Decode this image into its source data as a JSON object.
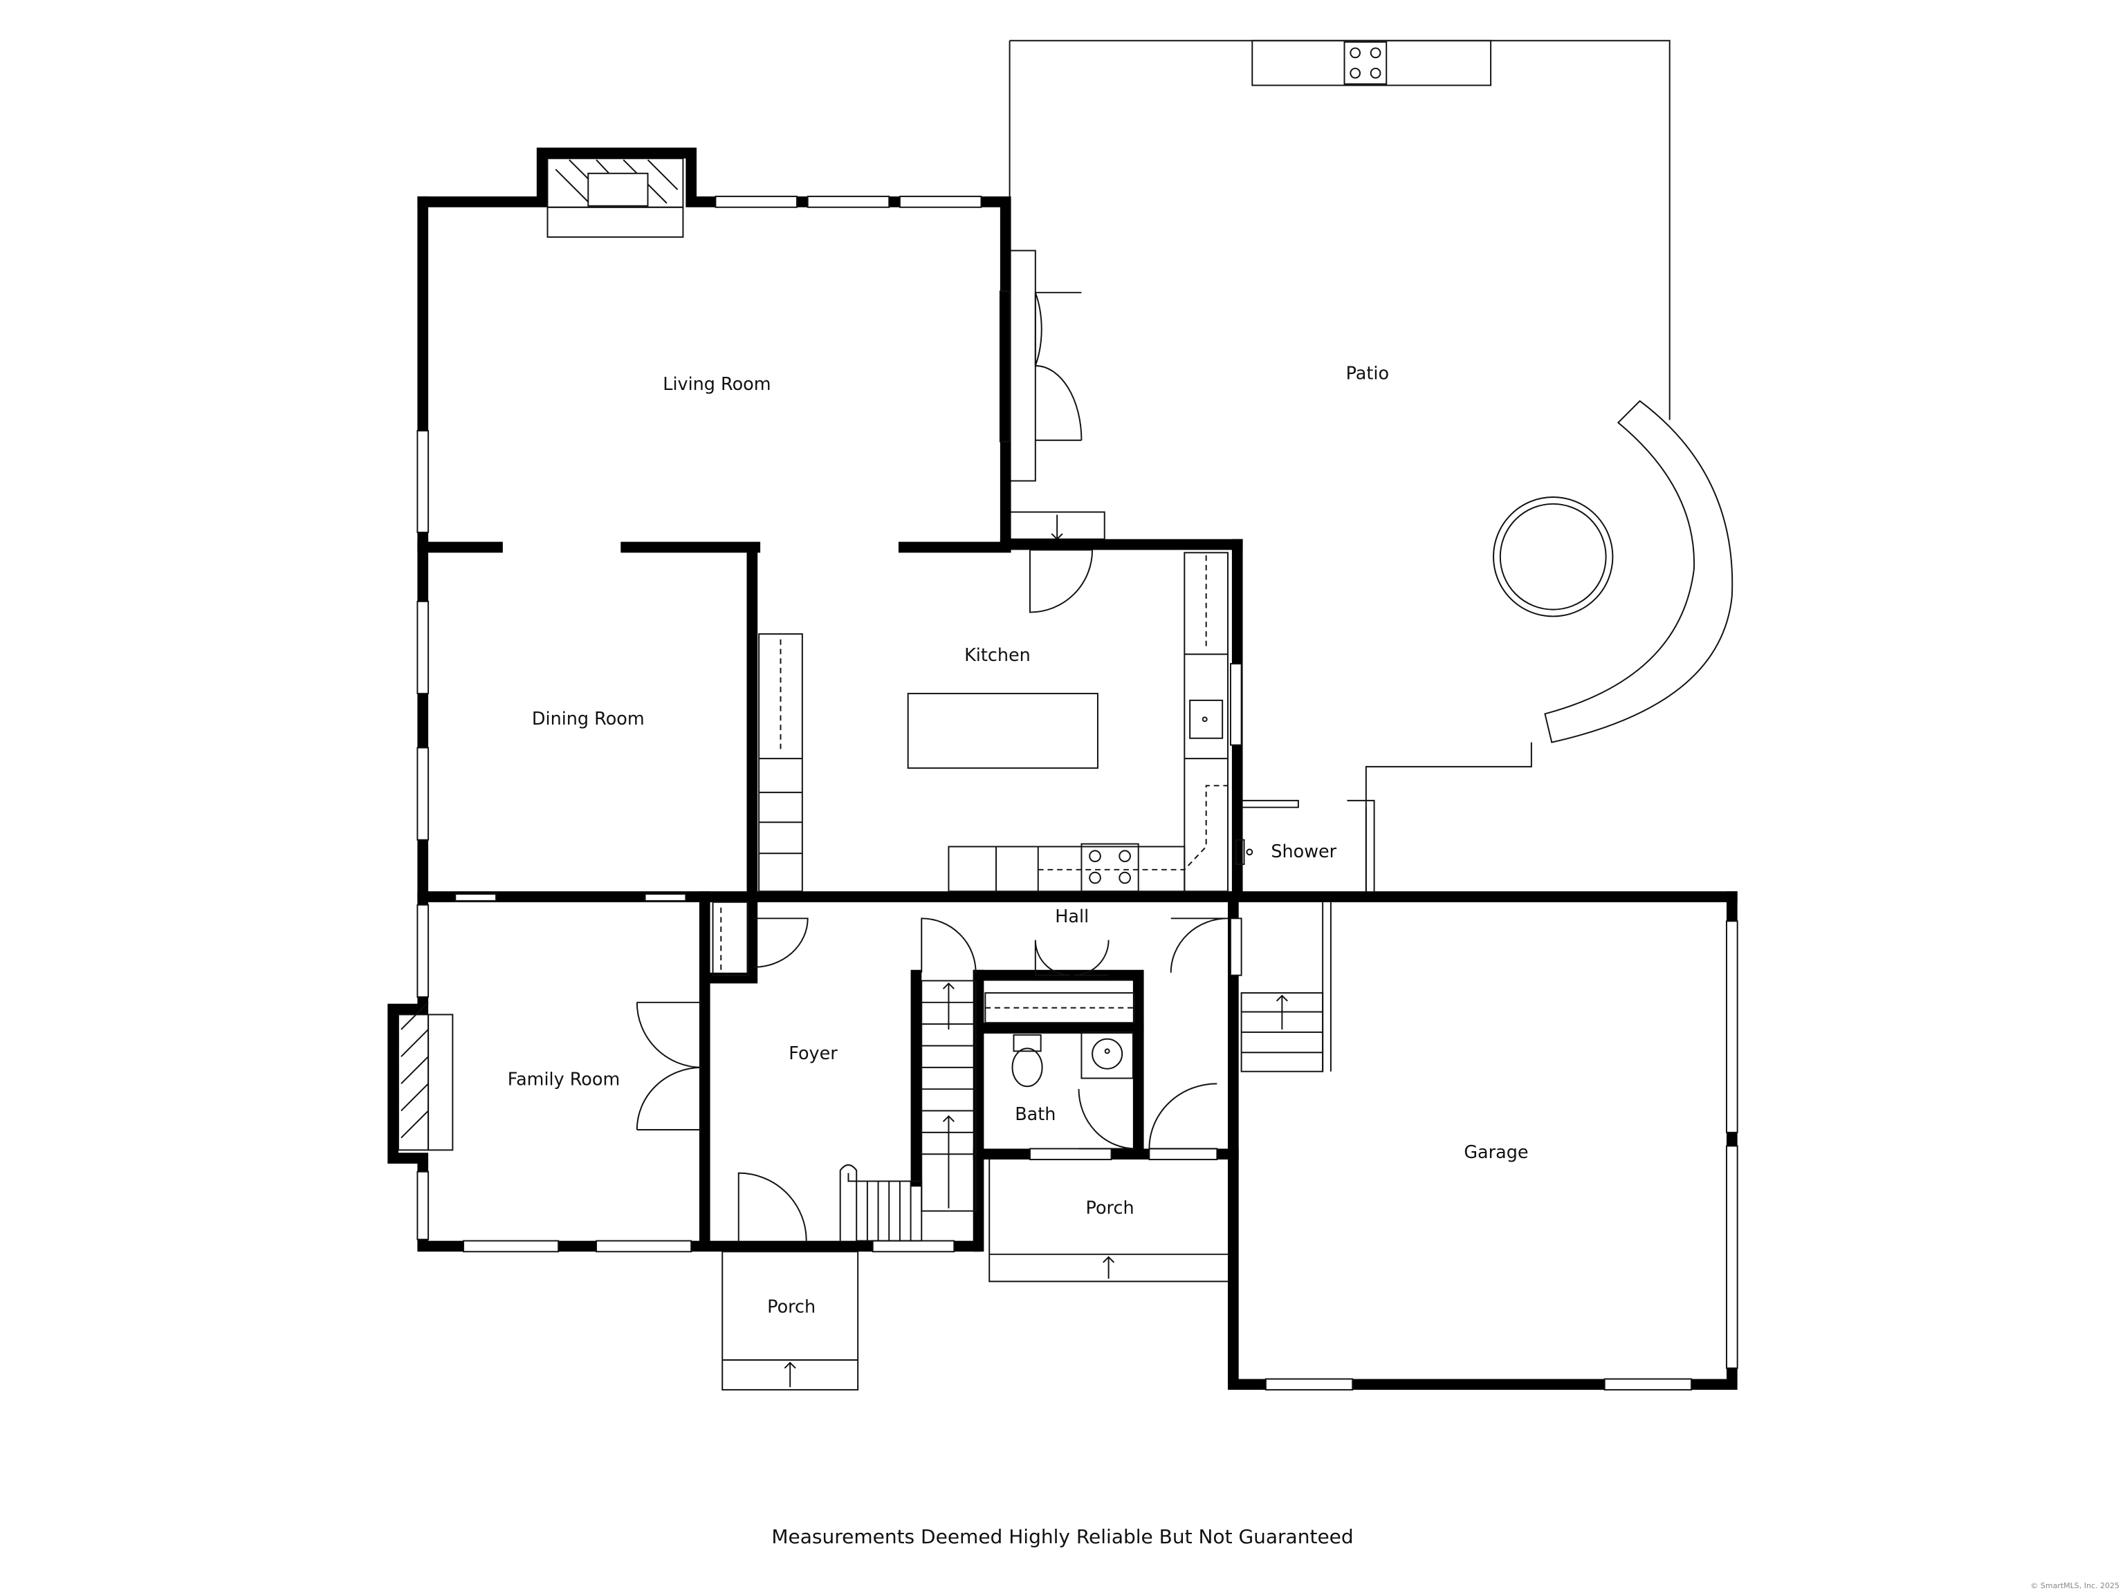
{
  "rooms": {
    "living_room": "Living Room",
    "patio": "Patio",
    "kitchen": "Kitchen",
    "dining_room": "Dining Room",
    "shower": "Shower",
    "hall": "Hall",
    "family_room": "Family Room",
    "foyer": "Foyer",
    "bath": "Bath",
    "porch_front": "Porch",
    "porch_side": "Porch",
    "garage": "Garage"
  },
  "caption": "Measurements Deemed Highly Reliable But Not Guaranteed",
  "credit": "© SmartMLS, Inc. 2025",
  "colors": {
    "wall": "#000000",
    "line": "#111111",
    "background": "#ffffff"
  }
}
